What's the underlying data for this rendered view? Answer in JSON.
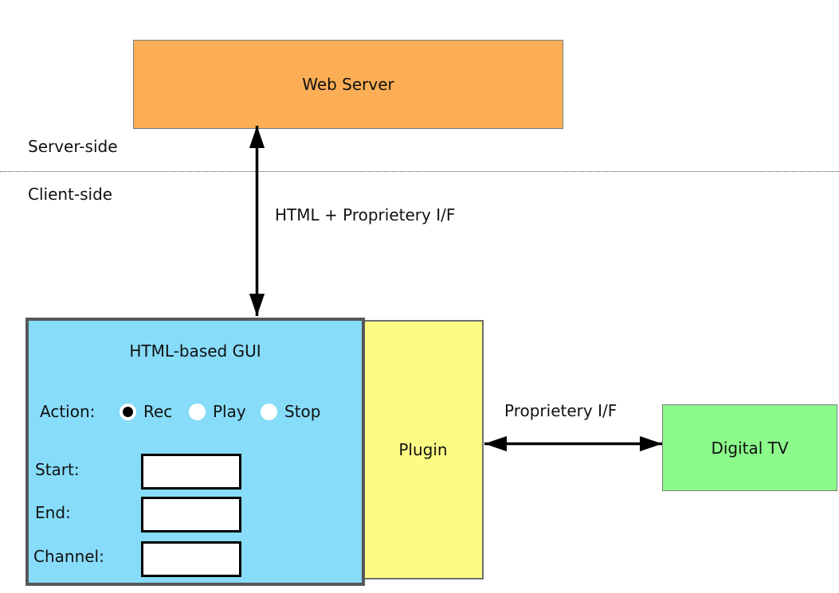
{
  "colors": {
    "web_server_fill": "#FBAE55",
    "gui_fill": "#87DCFA",
    "plugin_fill": "#FCFC84",
    "digital_tv_fill": "#8BFA8B",
    "arrow": "#000000"
  },
  "regions": {
    "server_side": "Server-side",
    "client_side": "Client-side"
  },
  "nodes": {
    "web_server": {
      "label": "Web Server"
    },
    "gui": {
      "title": "HTML-based GUI",
      "action_label": "Action:",
      "radios": [
        {
          "label": "Rec",
          "selected": true
        },
        {
          "label": "Play",
          "selected": false
        },
        {
          "label": "Stop",
          "selected": false
        }
      ],
      "fields": [
        {
          "label": "Start:",
          "value": ""
        },
        {
          "label": "End:",
          "value": ""
        },
        {
          "label": "Channel:",
          "value": ""
        }
      ]
    },
    "plugin": {
      "label": "Plugin"
    },
    "digital_tv": {
      "label": "Digital TV"
    }
  },
  "connections": [
    {
      "label": "HTML + Proprietery I/F",
      "from": "Web Server",
      "to": "HTML-based GUI",
      "direction": "bidirectional"
    },
    {
      "label": "Proprietery I/F",
      "from": "Plugin",
      "to": "Digital TV",
      "direction": "bidirectional"
    }
  ]
}
